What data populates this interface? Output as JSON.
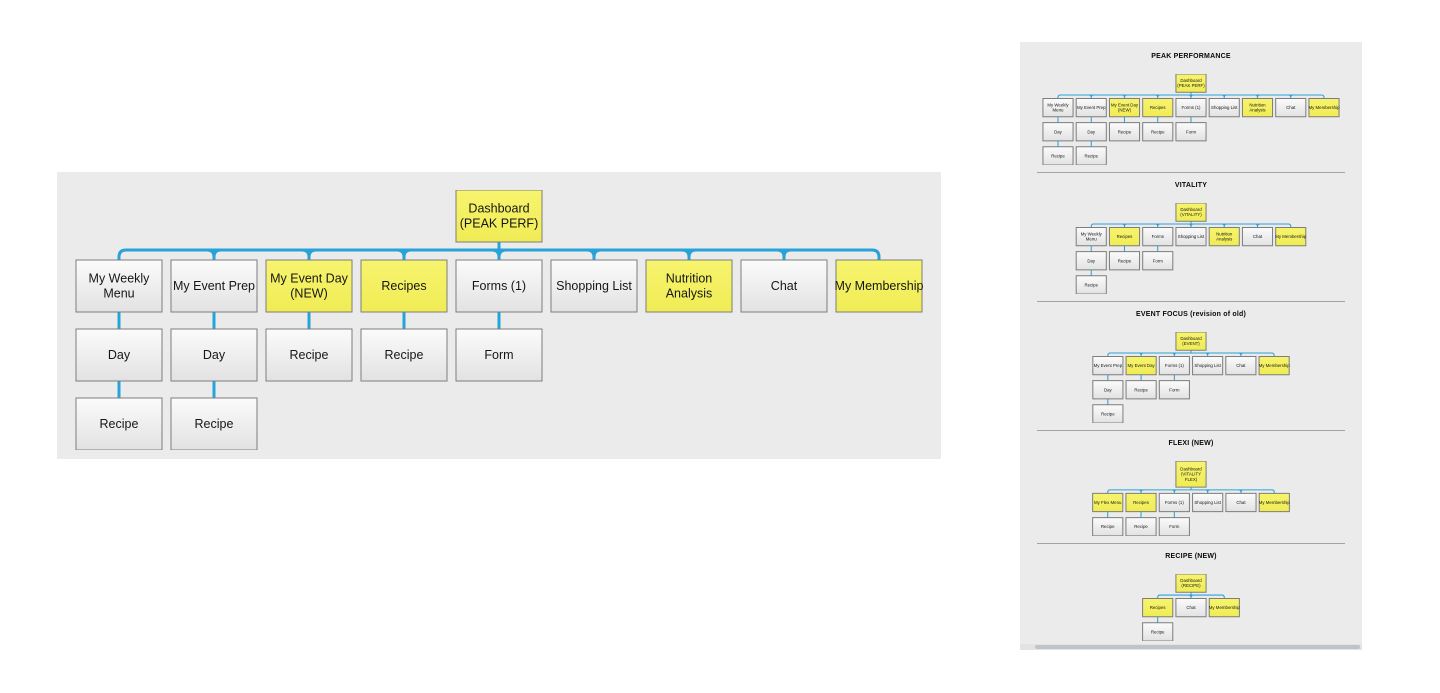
{
  "colors": {
    "page_bg": "#ffffff",
    "panel_bg": "#ebebeb",
    "connector": "#28a3d8",
    "node_border": "#7d7d7d",
    "node_gray_top": "#fbfbfb",
    "node_gray_bottom": "#e2e2e2",
    "node_yellow_top": "#f7f46e",
    "node_yellow_bottom": "#f0ec55",
    "divider": "#a3a3a3",
    "scrollbar_track": "#e3e3e3",
    "scrollbar_thumb": "#bfc4c9",
    "text": "#161616"
  },
  "main_chart": {
    "tree": {
      "label": "Dashboard\n(PEAK PERF)",
      "highlight": true,
      "children": [
        {
          "label": "My Weekly\nMenu",
          "highlight": false,
          "children": [
            {
              "label": "Day",
              "highlight": false,
              "children": [
                {
                  "label": "Recipe",
                  "highlight": false
                }
              ]
            }
          ]
        },
        {
          "label": "My Event Prep",
          "highlight": false,
          "children": [
            {
              "label": "Day",
              "highlight": false,
              "children": [
                {
                  "label": "Recipe",
                  "highlight": false
                }
              ]
            }
          ]
        },
        {
          "label": "My Event Day\n(NEW)",
          "highlight": true,
          "children": [
            {
              "label": "Recipe",
              "highlight": false
            }
          ]
        },
        {
          "label": "Recipes",
          "highlight": true,
          "children": [
            {
              "label": "Recipe",
              "highlight": false
            }
          ]
        },
        {
          "label": "Forms (1)",
          "highlight": false,
          "children": [
            {
              "label": "Form",
              "highlight": false
            }
          ]
        },
        {
          "label": "Shopping List",
          "highlight": false
        },
        {
          "label": "Nutrition\nAnalysis",
          "highlight": true
        },
        {
          "label": "Chat",
          "highlight": false
        },
        {
          "label": "My Membership",
          "highlight": true
        }
      ]
    }
  },
  "side_panel": {
    "sections": [
      {
        "title": "PEAK PERFORMANCE",
        "tree": {
          "label": "Dashboard\n(PEAK PERF)",
          "highlight": true,
          "children": [
            {
              "label": "My Weekly\nMenu",
              "highlight": false,
              "children": [
                {
                  "label": "Day",
                  "highlight": false,
                  "children": [
                    {
                      "label": "Recipe",
                      "highlight": false
                    }
                  ]
                }
              ]
            },
            {
              "label": "My Event Prep",
              "highlight": false,
              "children": [
                {
                  "label": "Day",
                  "highlight": false,
                  "children": [
                    {
                      "label": "Recipe",
                      "highlight": false
                    }
                  ]
                }
              ]
            },
            {
              "label": "My Event Day\n(NEW)",
              "highlight": true,
              "children": [
                {
                  "label": "Recipe",
                  "highlight": false
                }
              ]
            },
            {
              "label": "Recipes",
              "highlight": true,
              "children": [
                {
                  "label": "Recipe",
                  "highlight": false
                }
              ]
            },
            {
              "label": "Forms (1)",
              "highlight": false,
              "children": [
                {
                  "label": "Form",
                  "highlight": false
                }
              ]
            },
            {
              "label": "Shopping List",
              "highlight": false
            },
            {
              "label": "Nutrition\nAnalysis",
              "highlight": true
            },
            {
              "label": "Chat",
              "highlight": false
            },
            {
              "label": "My Membership",
              "highlight": true
            }
          ]
        }
      },
      {
        "title": "VITALITY",
        "tree": {
          "label": "Dashboard\n(VITALITY)",
          "highlight": true,
          "children": [
            {
              "label": "My Weekly\nMenu",
              "highlight": false,
              "children": [
                {
                  "label": "Day",
                  "highlight": false,
                  "children": [
                    {
                      "label": "Recipe",
                      "highlight": false
                    }
                  ]
                }
              ]
            },
            {
              "label": "Recipes",
              "highlight": true,
              "children": [
                {
                  "label": "Recipe",
                  "highlight": false
                }
              ]
            },
            {
              "label": "Forms",
              "highlight": false,
              "children": [
                {
                  "label": "Form",
                  "highlight": false
                }
              ]
            },
            {
              "label": "Shopping List",
              "highlight": false
            },
            {
              "label": "Nutrition\nAnalysis",
              "highlight": true
            },
            {
              "label": "Chat",
              "highlight": false
            },
            {
              "label": "My Membership",
              "highlight": true
            }
          ]
        }
      },
      {
        "title": "EVENT FOCUS (revision of old)",
        "tree": {
          "label": "Dashboard\n(EVENT)",
          "highlight": true,
          "children": [
            {
              "label": "My Event Prep",
              "highlight": false,
              "children": [
                {
                  "label": "Day",
                  "highlight": false,
                  "children": [
                    {
                      "label": "Recipe",
                      "highlight": false
                    }
                  ]
                }
              ]
            },
            {
              "label": "My Event Day",
              "highlight": true,
              "children": [
                {
                  "label": "Recipe",
                  "highlight": false
                }
              ]
            },
            {
              "label": "Forms (1)",
              "highlight": false,
              "children": [
                {
                  "label": "Form",
                  "highlight": false
                }
              ]
            },
            {
              "label": "Shopping List",
              "highlight": false
            },
            {
              "label": "Chat",
              "highlight": false
            },
            {
              "label": "My Membership",
              "highlight": true
            }
          ]
        }
      },
      {
        "title": "FLEXI (NEW)",
        "tree": {
          "label": "Dashboard\n(VITALITY\nFLEX)",
          "highlight": true,
          "children": [
            {
              "label": "My Flex Menu",
              "highlight": true,
              "children": [
                {
                  "label": "Recipe",
                  "highlight": false
                }
              ]
            },
            {
              "label": "Recipes",
              "highlight": true,
              "children": [
                {
                  "label": "Recipe",
                  "highlight": false
                }
              ]
            },
            {
              "label": "Forms (1)",
              "highlight": false,
              "children": [
                {
                  "label": "Form",
                  "highlight": false
                }
              ]
            },
            {
              "label": "Shopping List",
              "highlight": false
            },
            {
              "label": "Chat",
              "highlight": false
            },
            {
              "label": "My Membership",
              "highlight": true
            }
          ]
        }
      },
      {
        "title": "RECIPE (NEW)",
        "tree": {
          "label": "Dashboard\n(RECIPE)",
          "highlight": true,
          "children": [
            {
              "label": "Recipes",
              "highlight": true,
              "children": [
                {
                  "label": "Recipe",
                  "highlight": false
                }
              ]
            },
            {
              "label": "Chat",
              "highlight": false
            },
            {
              "label": "My Membership",
              "highlight": true
            }
          ]
        }
      }
    ]
  }
}
